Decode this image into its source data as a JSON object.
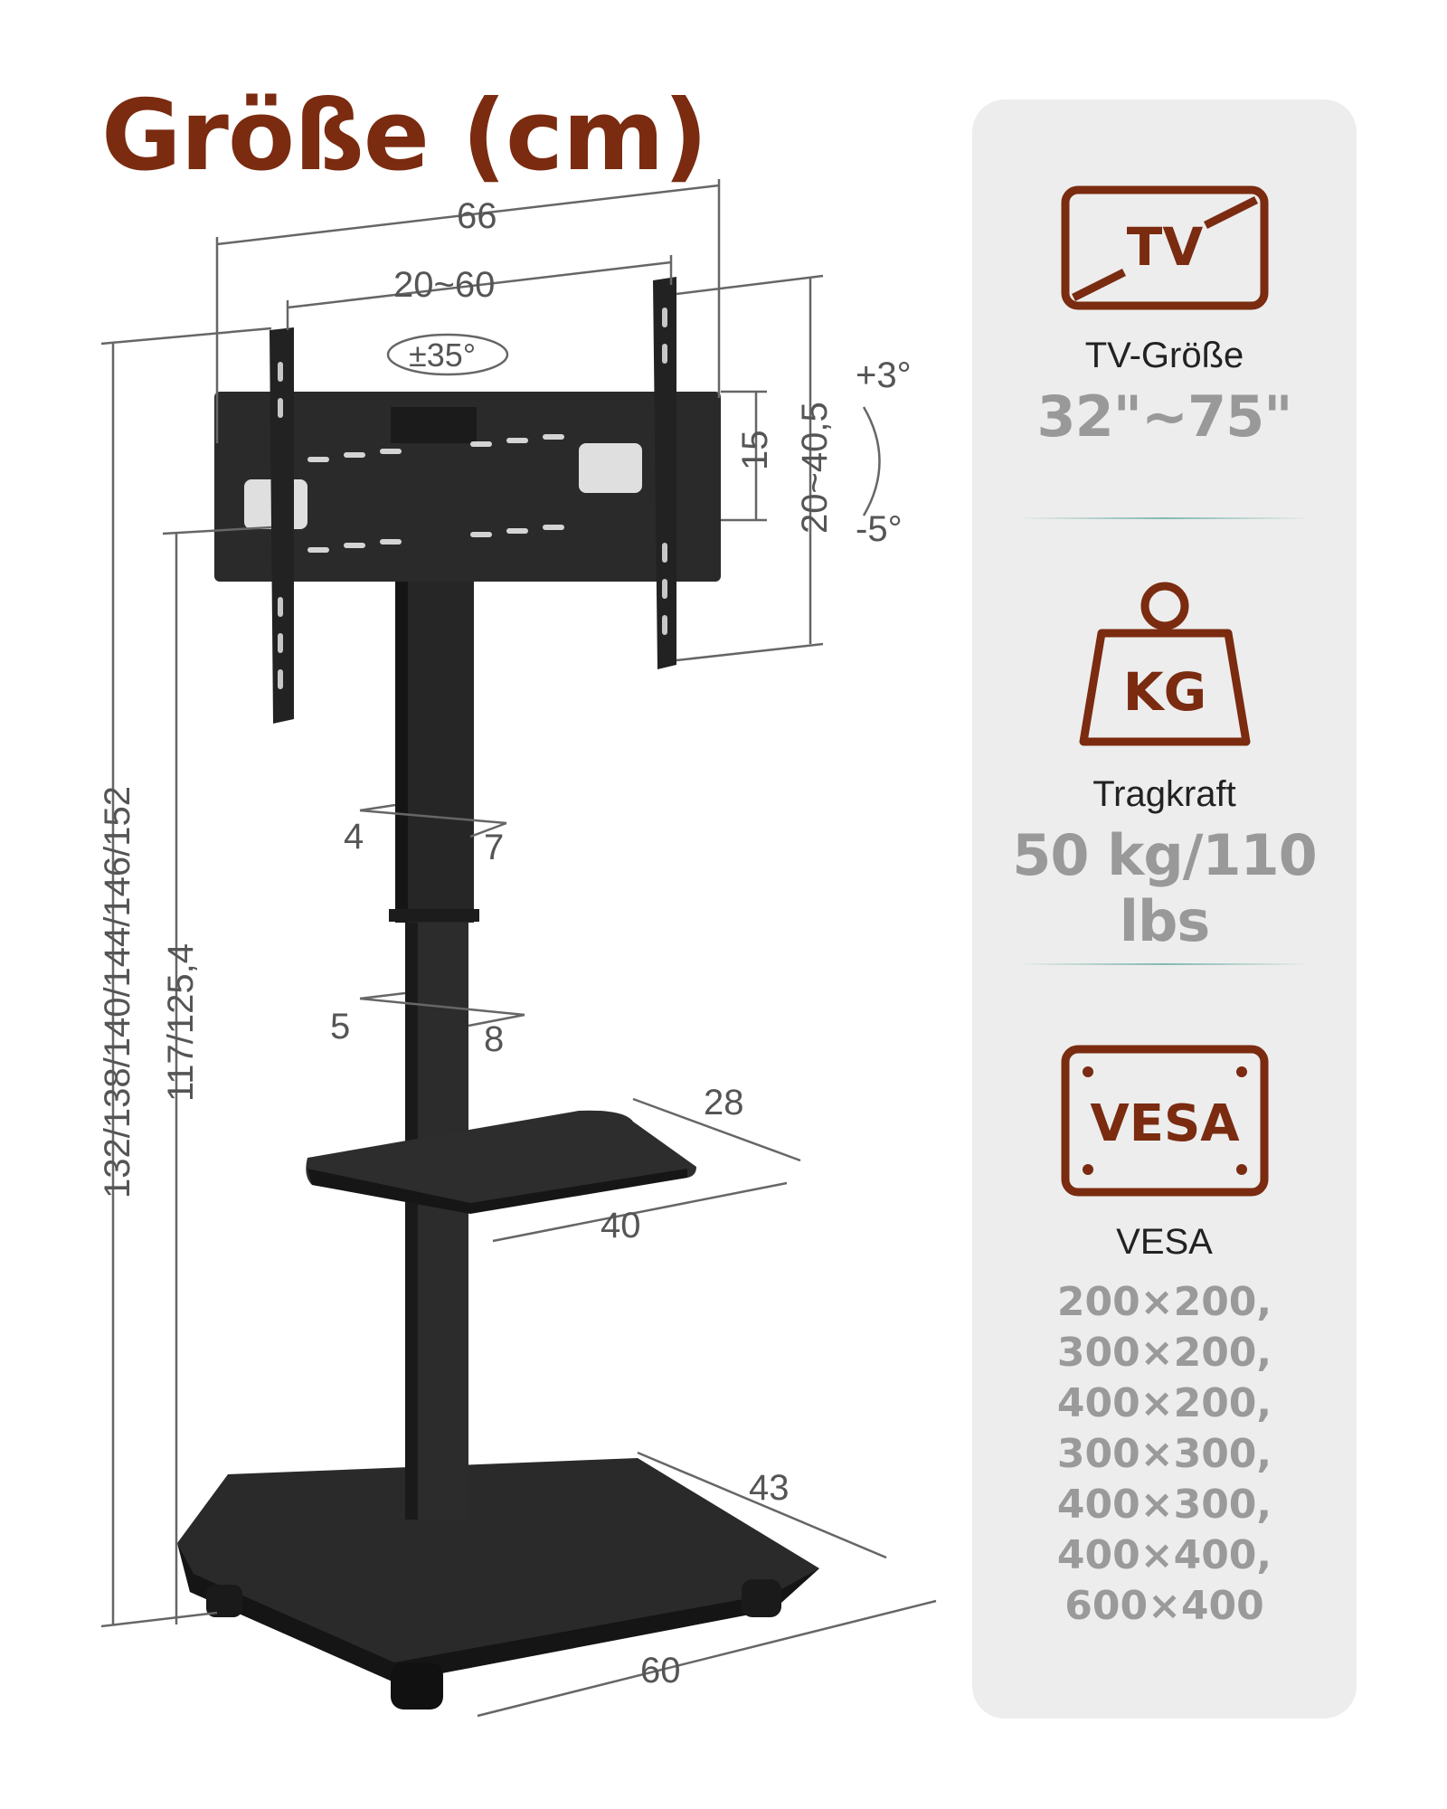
{
  "title": "Größe (cm)",
  "colors": {
    "accent": "#7a2b10",
    "value_gray": "#999999",
    "panel": "#ededed",
    "stand": "#2a2a2a"
  },
  "dimensions": {
    "bracket_width": "66",
    "arm_spacing": "20~60",
    "swivel": "±35°",
    "bracket_height": "20~40,5",
    "plate_height": "15",
    "tilt_up": "+3°",
    "tilt_down": "-5°",
    "total_height": "132/138/140/144/146/152",
    "bracket_bottom_height": "117/125,4",
    "pole_upper_depth": "4",
    "pole_upper_width": "7",
    "pole_lower_depth": "5",
    "pole_lower_width": "8",
    "shelf_depth": "28",
    "shelf_width": "40",
    "base_depth": "43",
    "base_width": "60"
  },
  "features": [
    {
      "icon": "tv-icon",
      "icon_text": "TV",
      "label": "TV-Größe",
      "value": "32\"~75\""
    },
    {
      "icon": "weight-icon",
      "icon_text": "KG",
      "label": "Tragkraft",
      "value": "50 kg/110 lbs"
    },
    {
      "icon": "vesa-icon",
      "icon_text": "VESA",
      "label": "VESA",
      "values": [
        "200×200,",
        "300×200,",
        "400×200,",
        "300×300,",
        "400×300,",
        "400×400,",
        "600×400"
      ]
    }
  ]
}
